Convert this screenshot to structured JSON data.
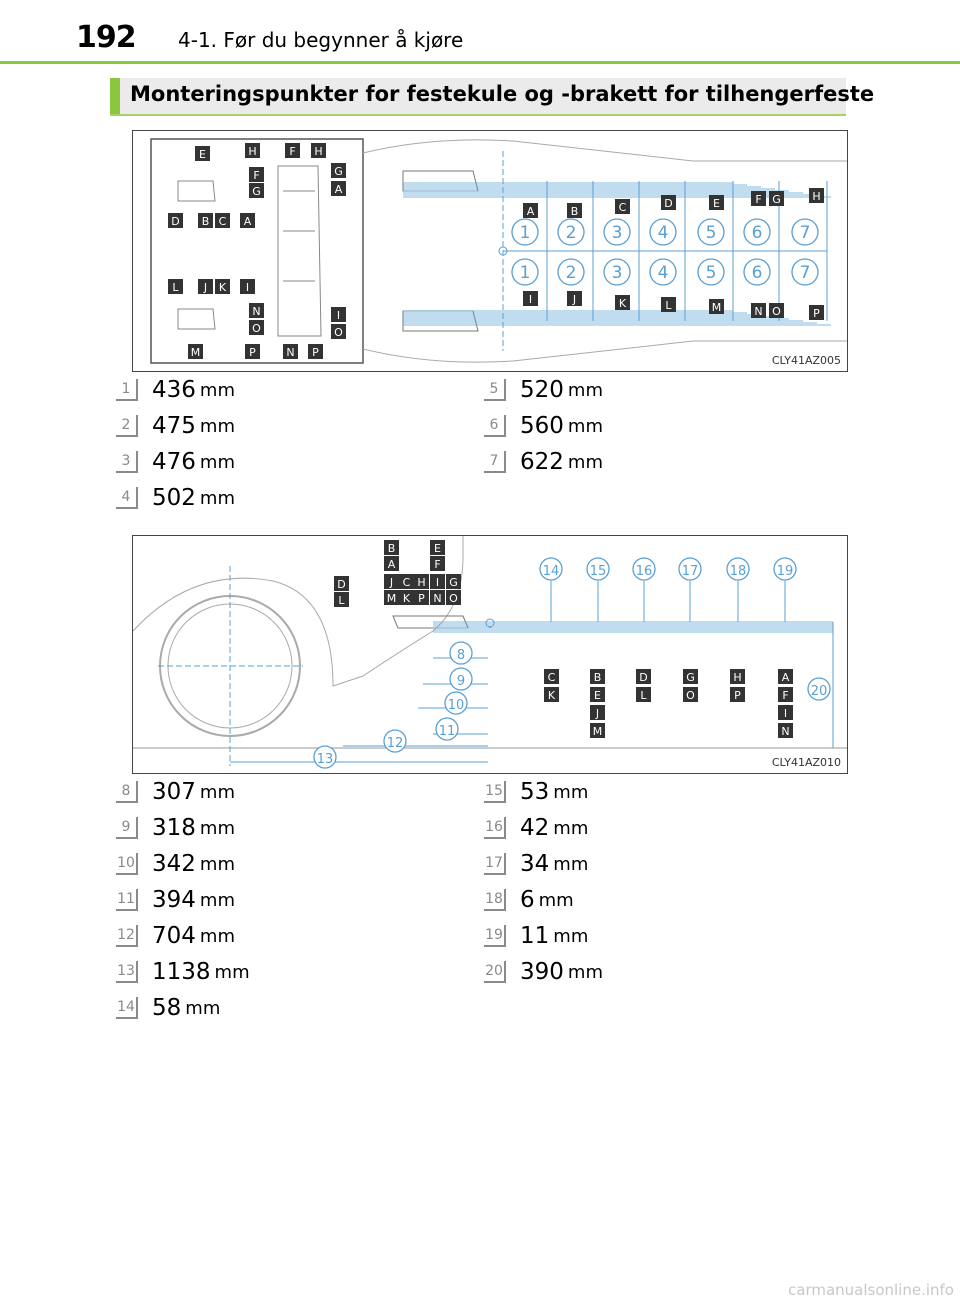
{
  "header": {
    "page_number": "192",
    "section_title": "4-1. Før du begynner å kjøre"
  },
  "banner": {
    "title": "Monteringspunkter for festekule og -brakett for tilhengerfeste"
  },
  "figure1": {
    "code": "CLY41AZ005",
    "inset_labels": [
      "E",
      "H",
      "F",
      "H",
      "F",
      "G",
      "G",
      "A",
      "D",
      "B",
      "C",
      "A",
      "L",
      "J",
      "K",
      "I",
      "N",
      "O",
      "I",
      "O",
      "M",
      "P",
      "N",
      "P"
    ],
    "top_letters": [
      "A",
      "B",
      "C",
      "D",
      "E",
      "F",
      "G",
      "H"
    ],
    "bottom_letters": [
      "I",
      "J",
      "K",
      "L",
      "M",
      "N",
      "O",
      "P"
    ],
    "numbers": [
      "1",
      "2",
      "3",
      "4",
      "5",
      "6",
      "7"
    ]
  },
  "measurements1": [
    {
      "n": "1",
      "value": "436",
      "unit": "mm"
    },
    {
      "n": "2",
      "value": "475",
      "unit": "mm"
    },
    {
      "n": "3",
      "value": "476",
      "unit": "mm"
    },
    {
      "n": "4",
      "value": "502",
      "unit": "mm"
    },
    {
      "n": "5",
      "value": "520",
      "unit": "mm"
    },
    {
      "n": "6",
      "value": "560",
      "unit": "mm"
    },
    {
      "n": "7",
      "value": "622",
      "unit": "mm"
    }
  ],
  "figure2": {
    "code": "CLY41AZ010",
    "top_numbers": [
      "14",
      "15",
      "16",
      "17",
      "18",
      "19"
    ],
    "side_number": "20",
    "dim_numbers": [
      "8",
      "9",
      "10",
      "11",
      "12",
      "13"
    ],
    "letter_stacks": [
      [
        "C",
        "K"
      ],
      [
        "B",
        "E",
        "J",
        "M"
      ],
      [
        "D",
        "L"
      ],
      [
        "G",
        "O"
      ],
      [
        "H",
        "P"
      ],
      [
        "A",
        "F",
        "I",
        "N"
      ]
    ],
    "top_letters": [
      "B",
      "E",
      "A",
      "F",
      "D",
      "L",
      "J",
      "C",
      "H",
      "I",
      "G",
      "M",
      "K",
      "P",
      "N",
      "O"
    ]
  },
  "measurements2": [
    {
      "n": "8",
      "value": "307",
      "unit": "mm"
    },
    {
      "n": "9",
      "value": "318",
      "unit": "mm"
    },
    {
      "n": "10",
      "value": "342",
      "unit": "mm"
    },
    {
      "n": "11",
      "value": "394",
      "unit": "mm"
    },
    {
      "n": "12",
      "value": "704",
      "unit": "mm"
    },
    {
      "n": "13",
      "value": "1138",
      "unit": "mm"
    },
    {
      "n": "14",
      "value": "58",
      "unit": "mm"
    },
    {
      "n": "15",
      "value": "53",
      "unit": "mm"
    },
    {
      "n": "16",
      "value": "42",
      "unit": "mm"
    },
    {
      "n": "17",
      "value": "34",
      "unit": "mm"
    },
    {
      "n": "18",
      "value": "6",
      "unit": "mm"
    },
    {
      "n": "19",
      "value": "11",
      "unit": "mm"
    },
    {
      "n": "20",
      "value": "390",
      "unit": "mm"
    }
  ],
  "watermark": "carmanualsonline.info"
}
